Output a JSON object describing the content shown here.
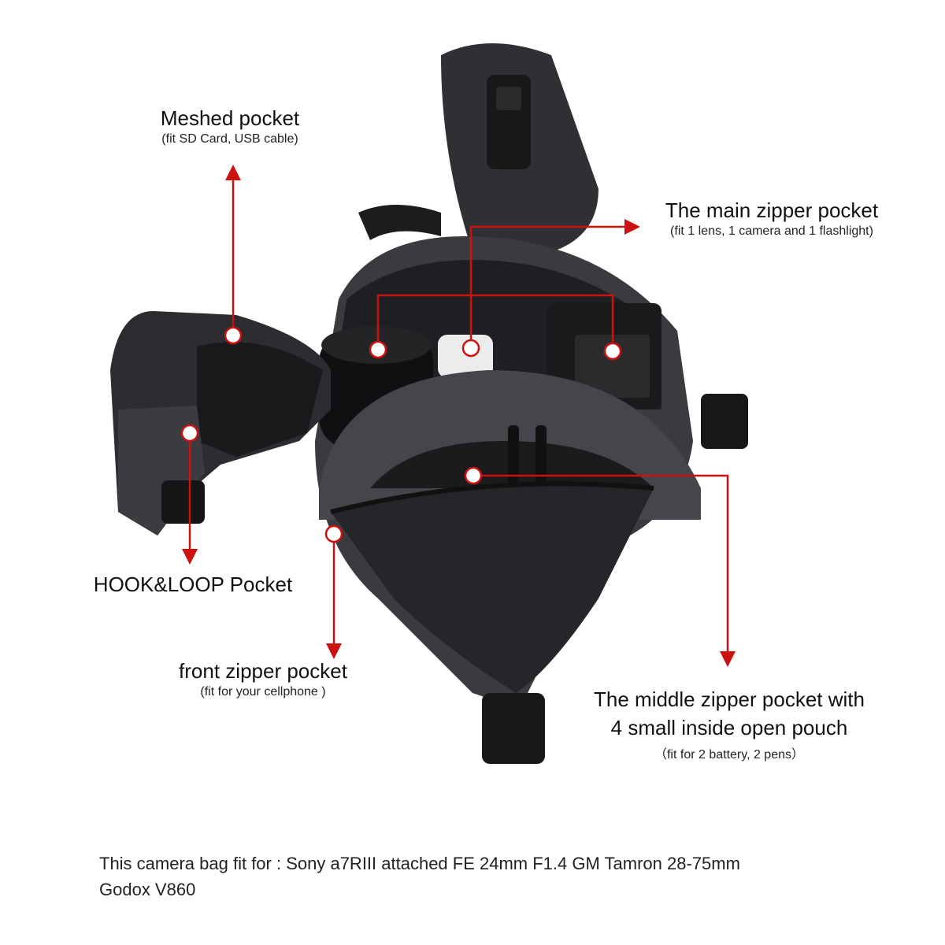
{
  "annotations": {
    "meshed": {
      "title": "Meshed pocket",
      "sub": "(fit SD Card, USB cable)"
    },
    "main": {
      "title": "The main zipper  pocket",
      "sub": "(fit 1 lens, 1 camera and 1 flashlight)"
    },
    "hook": {
      "title": "HOOK&LOOP Pocket"
    },
    "front": {
      "title": "front zipper pocket",
      "sub": "(fit for your cellphone )"
    },
    "middle": {
      "title_line1": "The middle zipper pocket with",
      "title_line2": "4 small inside open pouch",
      "sub": "（fit for 2 battery,  2 pens）"
    }
  },
  "footer": {
    "line1": "This camera bag fit for : Sony a7RIII attached FE 24mm F1.4 GM Tamron 28-75mm",
    "line2": "Godox V860"
  },
  "colors": {
    "annotation_line": "#cc1111",
    "bag_fabric": "#3a3b3f",
    "bag_dark": "#1e1f22",
    "background": "#ffffff"
  }
}
